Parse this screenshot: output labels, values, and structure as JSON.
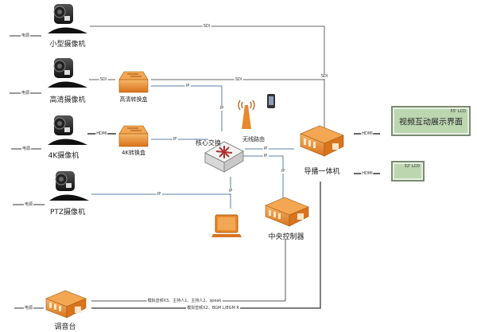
{
  "diagram": {
    "cameras": [
      {
        "label": "小型摄像机",
        "power": "电源"
      },
      {
        "label": "高清摄像机",
        "power": "电源"
      },
      {
        "label": "4K摄像机",
        "power": "电源"
      },
      {
        "label": "PTZ摄像机",
        "power": "电源"
      }
    ],
    "converters": [
      {
        "label": "高清转换盒"
      },
      {
        "label": "4K转换盒"
      }
    ],
    "core_switch": {
      "label": "核心交换"
    },
    "wifi_router": {
      "label": "无线路由"
    },
    "director": {
      "label": "导播一体机"
    },
    "controller": {
      "label": "中央控制器"
    },
    "mixer": {
      "label": "调音台",
      "power": "电源"
    },
    "screens": [
      {
        "title": "视频互动展示界面",
        "size": "55' LCD"
      },
      {
        "title": "",
        "size": "32' LCD"
      }
    ],
    "link_labels": {
      "sdi": "SDI",
      "hdmi": "HDMI",
      "ip": "IP",
      "audio1": "模拟音频X3、主持人1、主持人2、speak",
      "audio2": "模拟音频X2、BGM L/BGM R"
    },
    "colors": {
      "device_orange": "#e8892e",
      "screen_green": "#bcd6b0",
      "ip_line": "#5a7fa8",
      "sdi_line": "#666666"
    }
  }
}
